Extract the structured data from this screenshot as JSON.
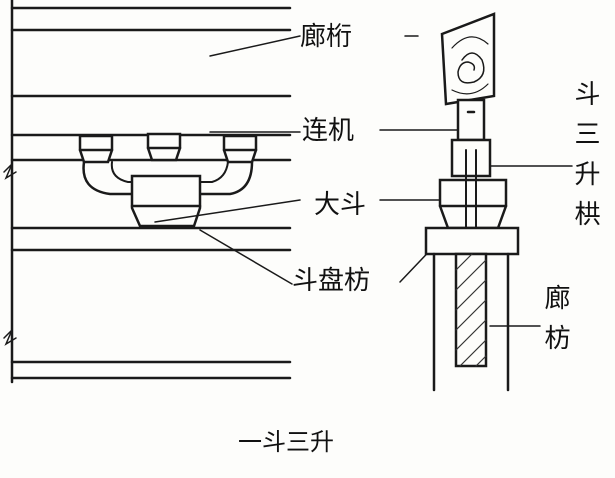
{
  "labels": {
    "lang_heng": "廊桁",
    "lian_ji": "连机",
    "da_dou": "大斗",
    "dou_pan_fang": "斗盘枋",
    "dou_san_sheng_gong": "斗三升栱",
    "lang_fang": "廊枋"
  },
  "caption": "一斗三升",
  "colors": {
    "ink": "#1a1a1a",
    "hatch": "#333333",
    "paper": "#fdfdfb"
  }
}
